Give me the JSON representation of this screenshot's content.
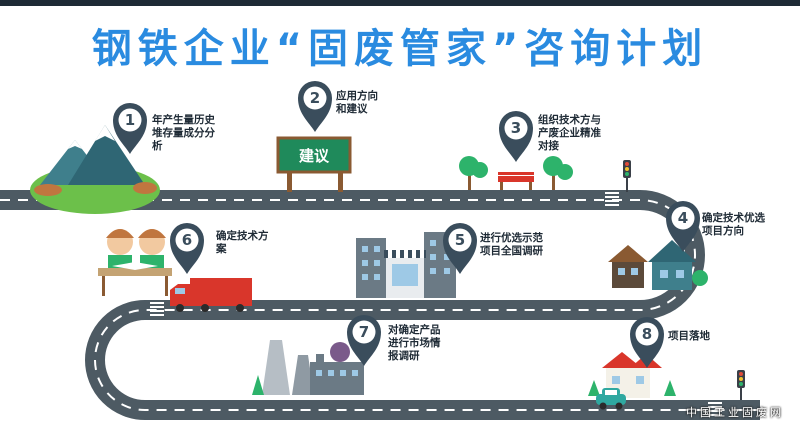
{
  "title": "钢铁企业“固废管家”咨询计划",
  "sign_label": "建议",
  "steps": [
    {
      "number": "1",
      "label": "年产生量历史堆存量成分分析"
    },
    {
      "number": "2",
      "label": "应用方向和建议"
    },
    {
      "number": "3",
      "label": "组织技术方与产废企业精准对接"
    },
    {
      "number": "4",
      "label": "确定技术优选项目方向"
    },
    {
      "number": "5",
      "label": "进行优选示范项目全国调研"
    },
    {
      "number": "6",
      "label": "确定技术方案"
    },
    {
      "number": "7",
      "label": "对确定产品进行市场情报调研"
    },
    {
      "number": "8",
      "label": "项目落地"
    }
  ],
  "watermark": "中国工业固废网",
  "colors": {
    "title": "#2a8be0",
    "road": "#4d5a63",
    "pin": "#3a4d5c",
    "sign": "#1f8a5b",
    "truck": "#d9362b",
    "tree": "#2db36b"
  },
  "icons": [
    "mountain-icon",
    "sign-board-icon",
    "park-icon",
    "houses-icon",
    "buildings-icon",
    "students-icon",
    "truck-icon",
    "factory-icon",
    "home-icon",
    "car-icon",
    "traffic-light-icon"
  ]
}
